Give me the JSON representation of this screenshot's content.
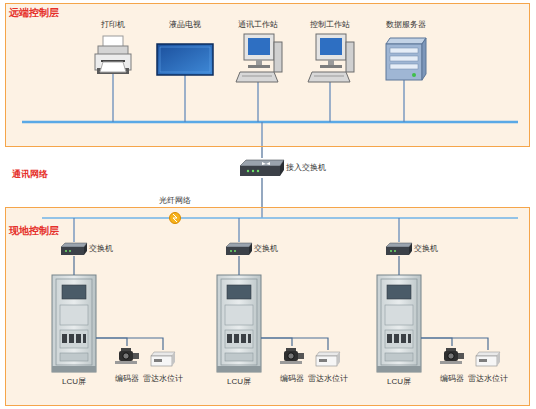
{
  "diagram": {
    "nodes": [
      {
        "text": [
          "远端控制层"
        ]
      },
      {
        "text": [
          "打印机"
        ],
        "in": 0
      },
      {
        "text": [
          "液晶电视"
        ],
        "in": 0
      },
      {
        "text": [
          "通讯工作站"
        ],
        "in": 0
      },
      {
        "text": [
          "控制工作站"
        ],
        "in": 0
      },
      {
        "text": [
          "数据服务器"
        ],
        "in": 0
      },
      {
        "text": [
          "接入交换机"
        ]
      },
      {
        "text": [
          "现地控制层"
        ]
      },
      {
        "text": [
          "交换机"
        ],
        "in": 7
      },
      {
        "text": [
          "LCU屏"
        ],
        "in": 7
      },
      {
        "text": [
          "编码器"
        ],
        "in": 7
      },
      {
        "text": [
          "雷达水位计"
        ],
        "in": 7
      },
      {
        "text": [
          "交换机"
        ],
        "in": 7
      },
      {
        "text": [
          "LCU屏"
        ],
        "in": 7
      },
      {
        "text": [
          "编码器"
        ],
        "in": 7
      },
      {
        "text": [
          "雷达水位计"
        ],
        "in": 7
      },
      {
        "text": [
          "交换机"
        ],
        "in": 7
      },
      {
        "text": [
          "LCU屏"
        ],
        "in": 7
      },
      {
        "text": [
          "编码器"
        ],
        "in": 7
      },
      {
        "text": [
          "雷达水位计"
        ],
        "in": 7
      }
    ],
    "edges": [
      {
        "from": 6,
        "to": 0,
        "arrow": "none"
      },
      {
        "from": 6,
        "to": 7,
        "arrow": "none"
      },
      {
        "from": 8,
        "to": 9,
        "arrow": "none"
      },
      {
        "from": 9,
        "to": 10,
        "arrow": "none"
      },
      {
        "from": 9,
        "to": 11,
        "arrow": "none"
      },
      {
        "from": 12,
        "to": 13,
        "arrow": "none"
      },
      {
        "from": 13,
        "to": 14,
        "arrow": "none"
      },
      {
        "from": 13,
        "to": 15,
        "arrow": "none"
      },
      {
        "from": 16,
        "to": 17,
        "arrow": "none"
      },
      {
        "from": 17,
        "to": 18,
        "arrow": "none"
      },
      {
        "from": 17,
        "to": 19,
        "arrow": "none"
      }
    ],
    "labels": [
      "通讯网络",
      "光纤网络"
    ]
  }
}
